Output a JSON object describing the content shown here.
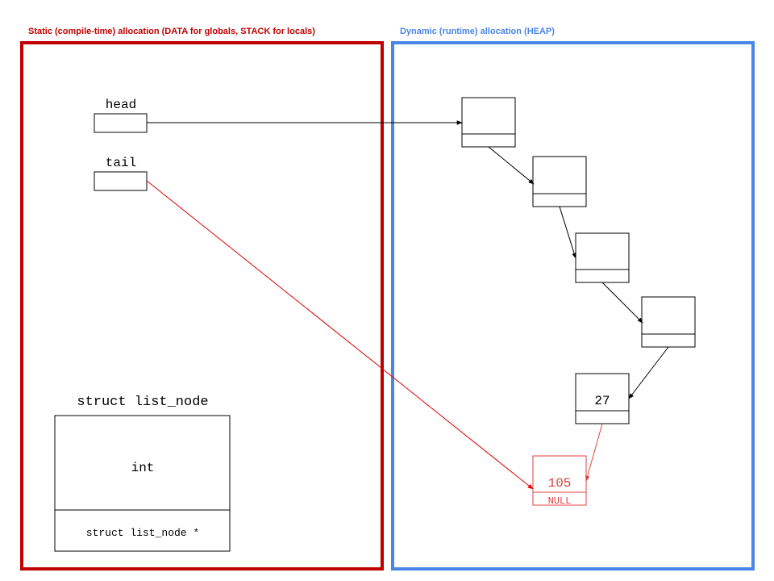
{
  "static_region": {
    "title": "Static (compile-time) allocation (DATA for globals, STACK for locals)",
    "color": "#c00000"
  },
  "heap_region": {
    "title": "Dynamic (runtime) allocation (HEAP)",
    "color": "#4a86e8"
  },
  "variables": {
    "head_label": "head",
    "tail_label": "tail"
  },
  "struct_legend": {
    "title": "struct list_node",
    "field_value": "int",
    "field_next": "struct list_node *"
  },
  "nodes": [
    {
      "value": "",
      "next": ""
    },
    {
      "value": "",
      "next": ""
    },
    {
      "value": "",
      "next": ""
    },
    {
      "value": "",
      "next": ""
    },
    {
      "value": "27",
      "next": ""
    },
    {
      "value": "105",
      "next": "NULL"
    }
  ],
  "colors": {
    "tail_pointer": "#e00000",
    "node_stroke": "#000000",
    "last_node": "#e04040"
  }
}
